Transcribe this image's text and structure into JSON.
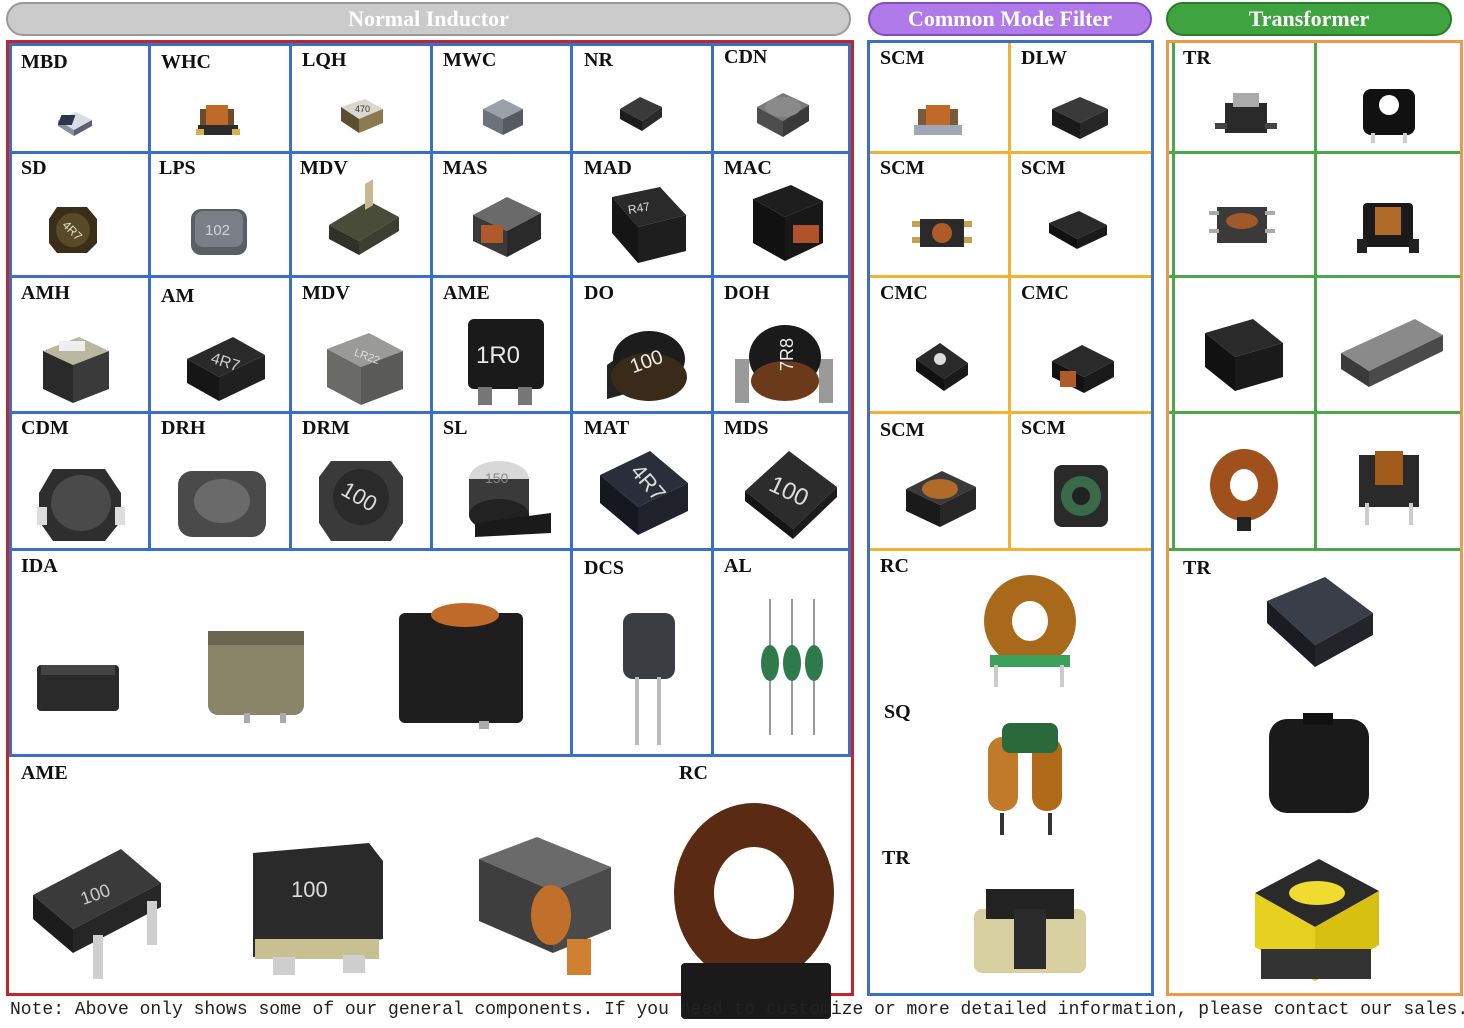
{
  "headers": {
    "normal": "Normal Inductor",
    "cmf": "Common Mode Filter",
    "transformer": "Transformer"
  },
  "normal": {
    "row1": [
      "MBD",
      "WHC",
      "LQH",
      "MWC",
      "NR",
      "CDN"
    ],
    "row2": [
      "SD",
      "LPS",
      "MDV",
      "MAS",
      "MAD",
      "MAC"
    ],
    "row3": [
      "AMH",
      "AM",
      "MDV",
      "AME",
      "DO",
      "DOH"
    ],
    "row4": [
      "CDM",
      "DRH",
      "DRM",
      "SL",
      "MAT",
      "MDS"
    ],
    "row5": [
      "IDA",
      "DCS",
      "AL"
    ],
    "row6": [
      "AME",
      "RC"
    ]
  },
  "component_marks": {
    "lqh": "470",
    "lps": "102",
    "mad": "R47",
    "mdv": "LR22",
    "ame": "1R0",
    "am": "4R7",
    "sd": "4R7",
    "do": "100",
    "doh": "7R8",
    "drm": "100",
    "sl": "150",
    "mat": "4R7",
    "mds": "100",
    "ame_a": "100",
    "ame_b": "100"
  },
  "cmf": {
    "row1": [
      "SCM",
      "DLW"
    ],
    "row2": [
      "SCM",
      "SCM"
    ],
    "row3": [
      "CMC",
      "CMC"
    ],
    "row4": [
      "SCM",
      "SCM"
    ],
    "lower": [
      "RC",
      "SQ",
      "TR"
    ]
  },
  "transformer": {
    "top": "TR",
    "lower": "TR"
  },
  "note": "Note: Above only shows some of our general components. If you need to customize or more detailed information, please contact our sales.",
  "colors": {
    "normal_pill": "#c8c8c8",
    "cmf_pill": "#b07be8",
    "transformer_pill": "#3fa33f",
    "red_border": "#c0272d",
    "blue_border": "#3b6fc4",
    "yellow_border": "#f2b233",
    "orange_border": "#ec9a4a",
    "green_border": "#4aa84a"
  }
}
